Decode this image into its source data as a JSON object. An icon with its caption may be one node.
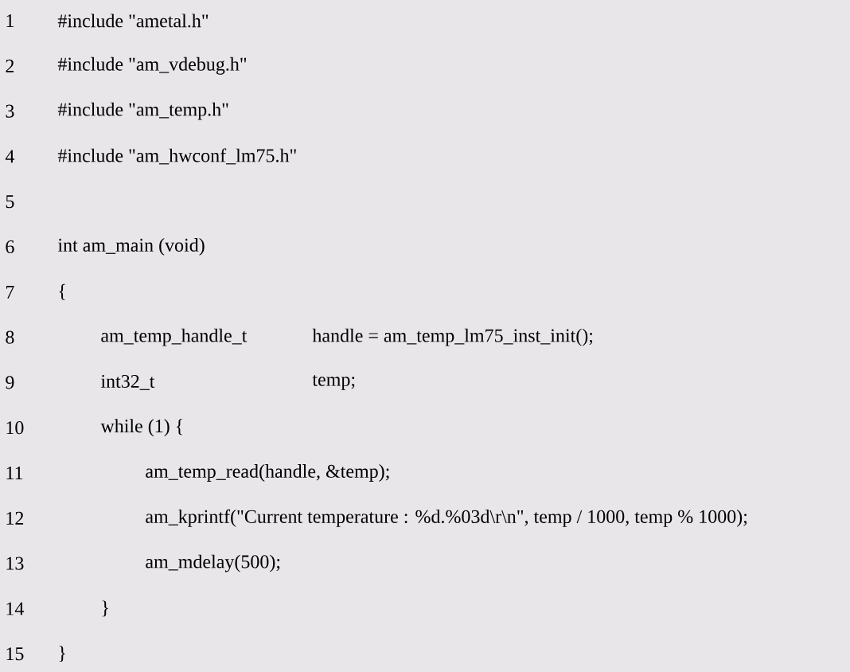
{
  "diagram": {
    "labels": [
      "1",
      "#include \"ametal.h\"",
      "2",
      "#include \"am_vdebug.h\"",
      "3",
      "#include \"am_temp.h\"",
      "4",
      "#include \"am_hwconf_lm75.h\"",
      "5",
      "6",
      "int am_main (void)",
      "7",
      "{",
      "8",
      "am_temp_handle_t",
      "handle = am_temp_lm75_inst_init();",
      "9",
      "int32_t",
      "temp;",
      "10",
      "while (1) {",
      "11",
      "am_temp_read(handle, &temp);",
      "12",
      "am_kprintf(\"Current temperature : %d.%03d\\r\\n\", temp / 1000, temp % 1000);",
      "13",
      "am_mdelay(500);",
      "14",
      "}",
      "15",
      "}"
    ]
  }
}
